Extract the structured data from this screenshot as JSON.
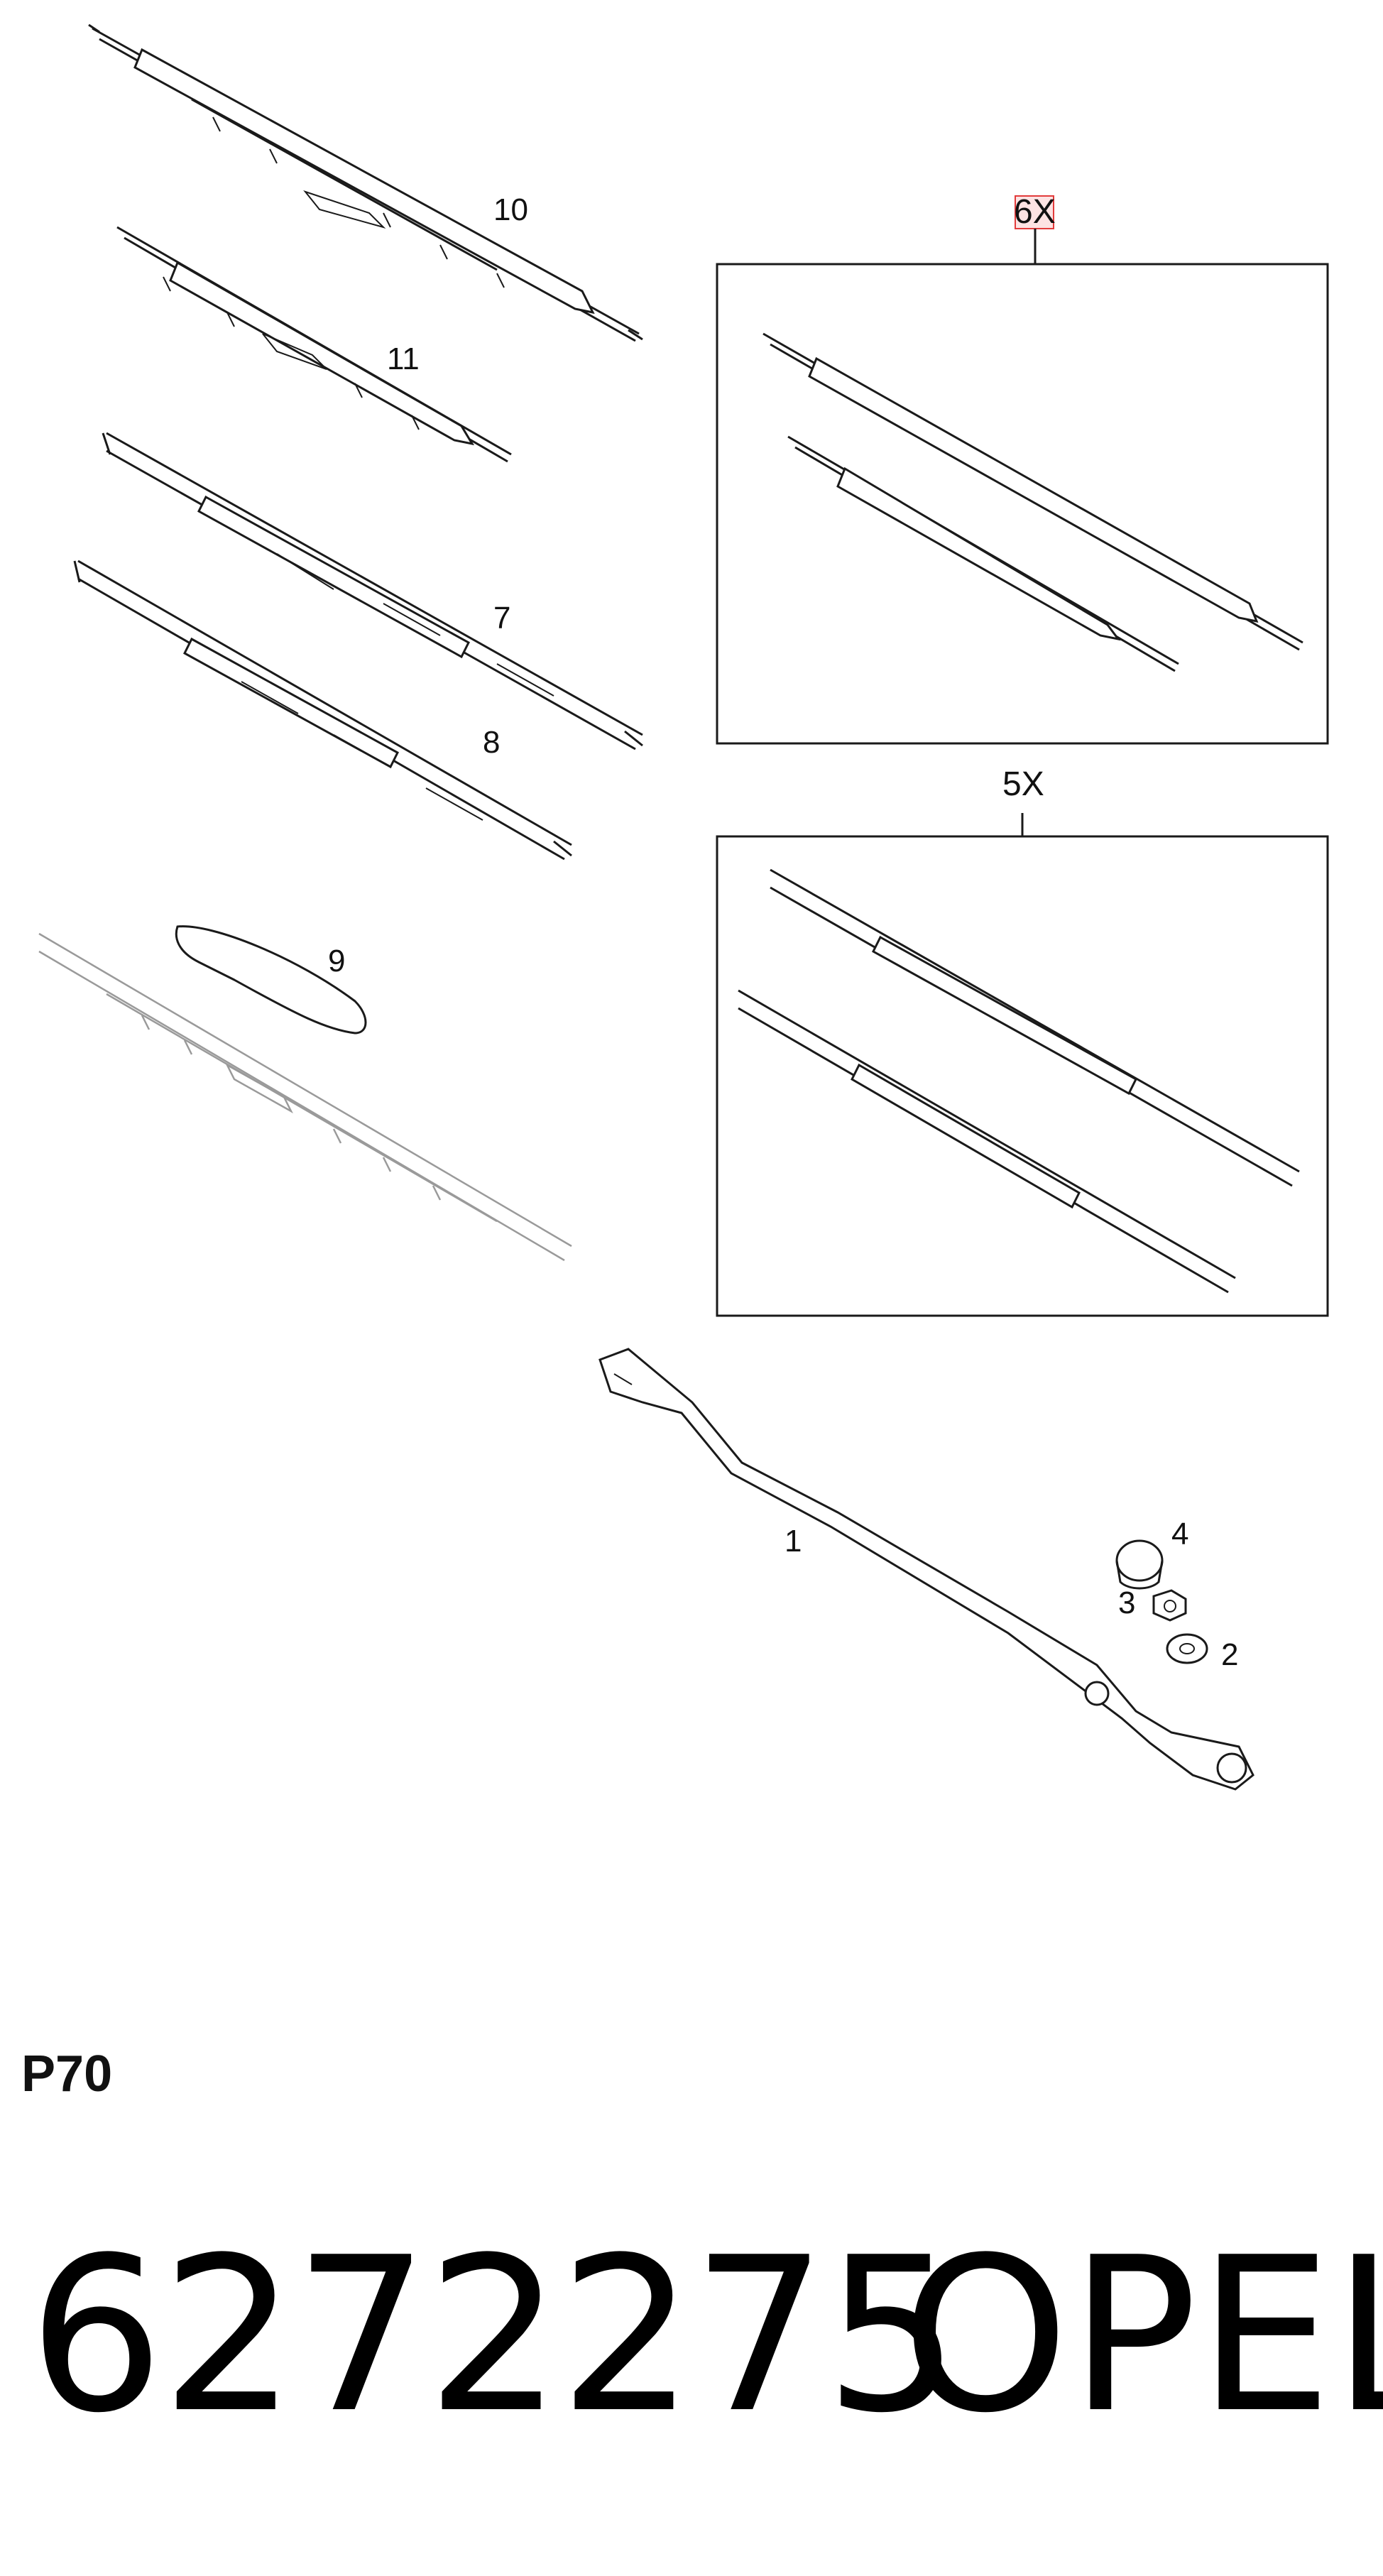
{
  "diagram": {
    "callouts": {
      "c10": "10",
      "c11": "11",
      "c7": "7",
      "c8": "8",
      "c9": "9",
      "c1": "1",
      "c2": "2",
      "c3": "3",
      "c4": "4"
    },
    "boxes": {
      "kit6": "6X",
      "kit5": "5X"
    }
  },
  "footer": {
    "page_code": "P70",
    "part_number": "6272275",
    "brand": "OPEL"
  }
}
